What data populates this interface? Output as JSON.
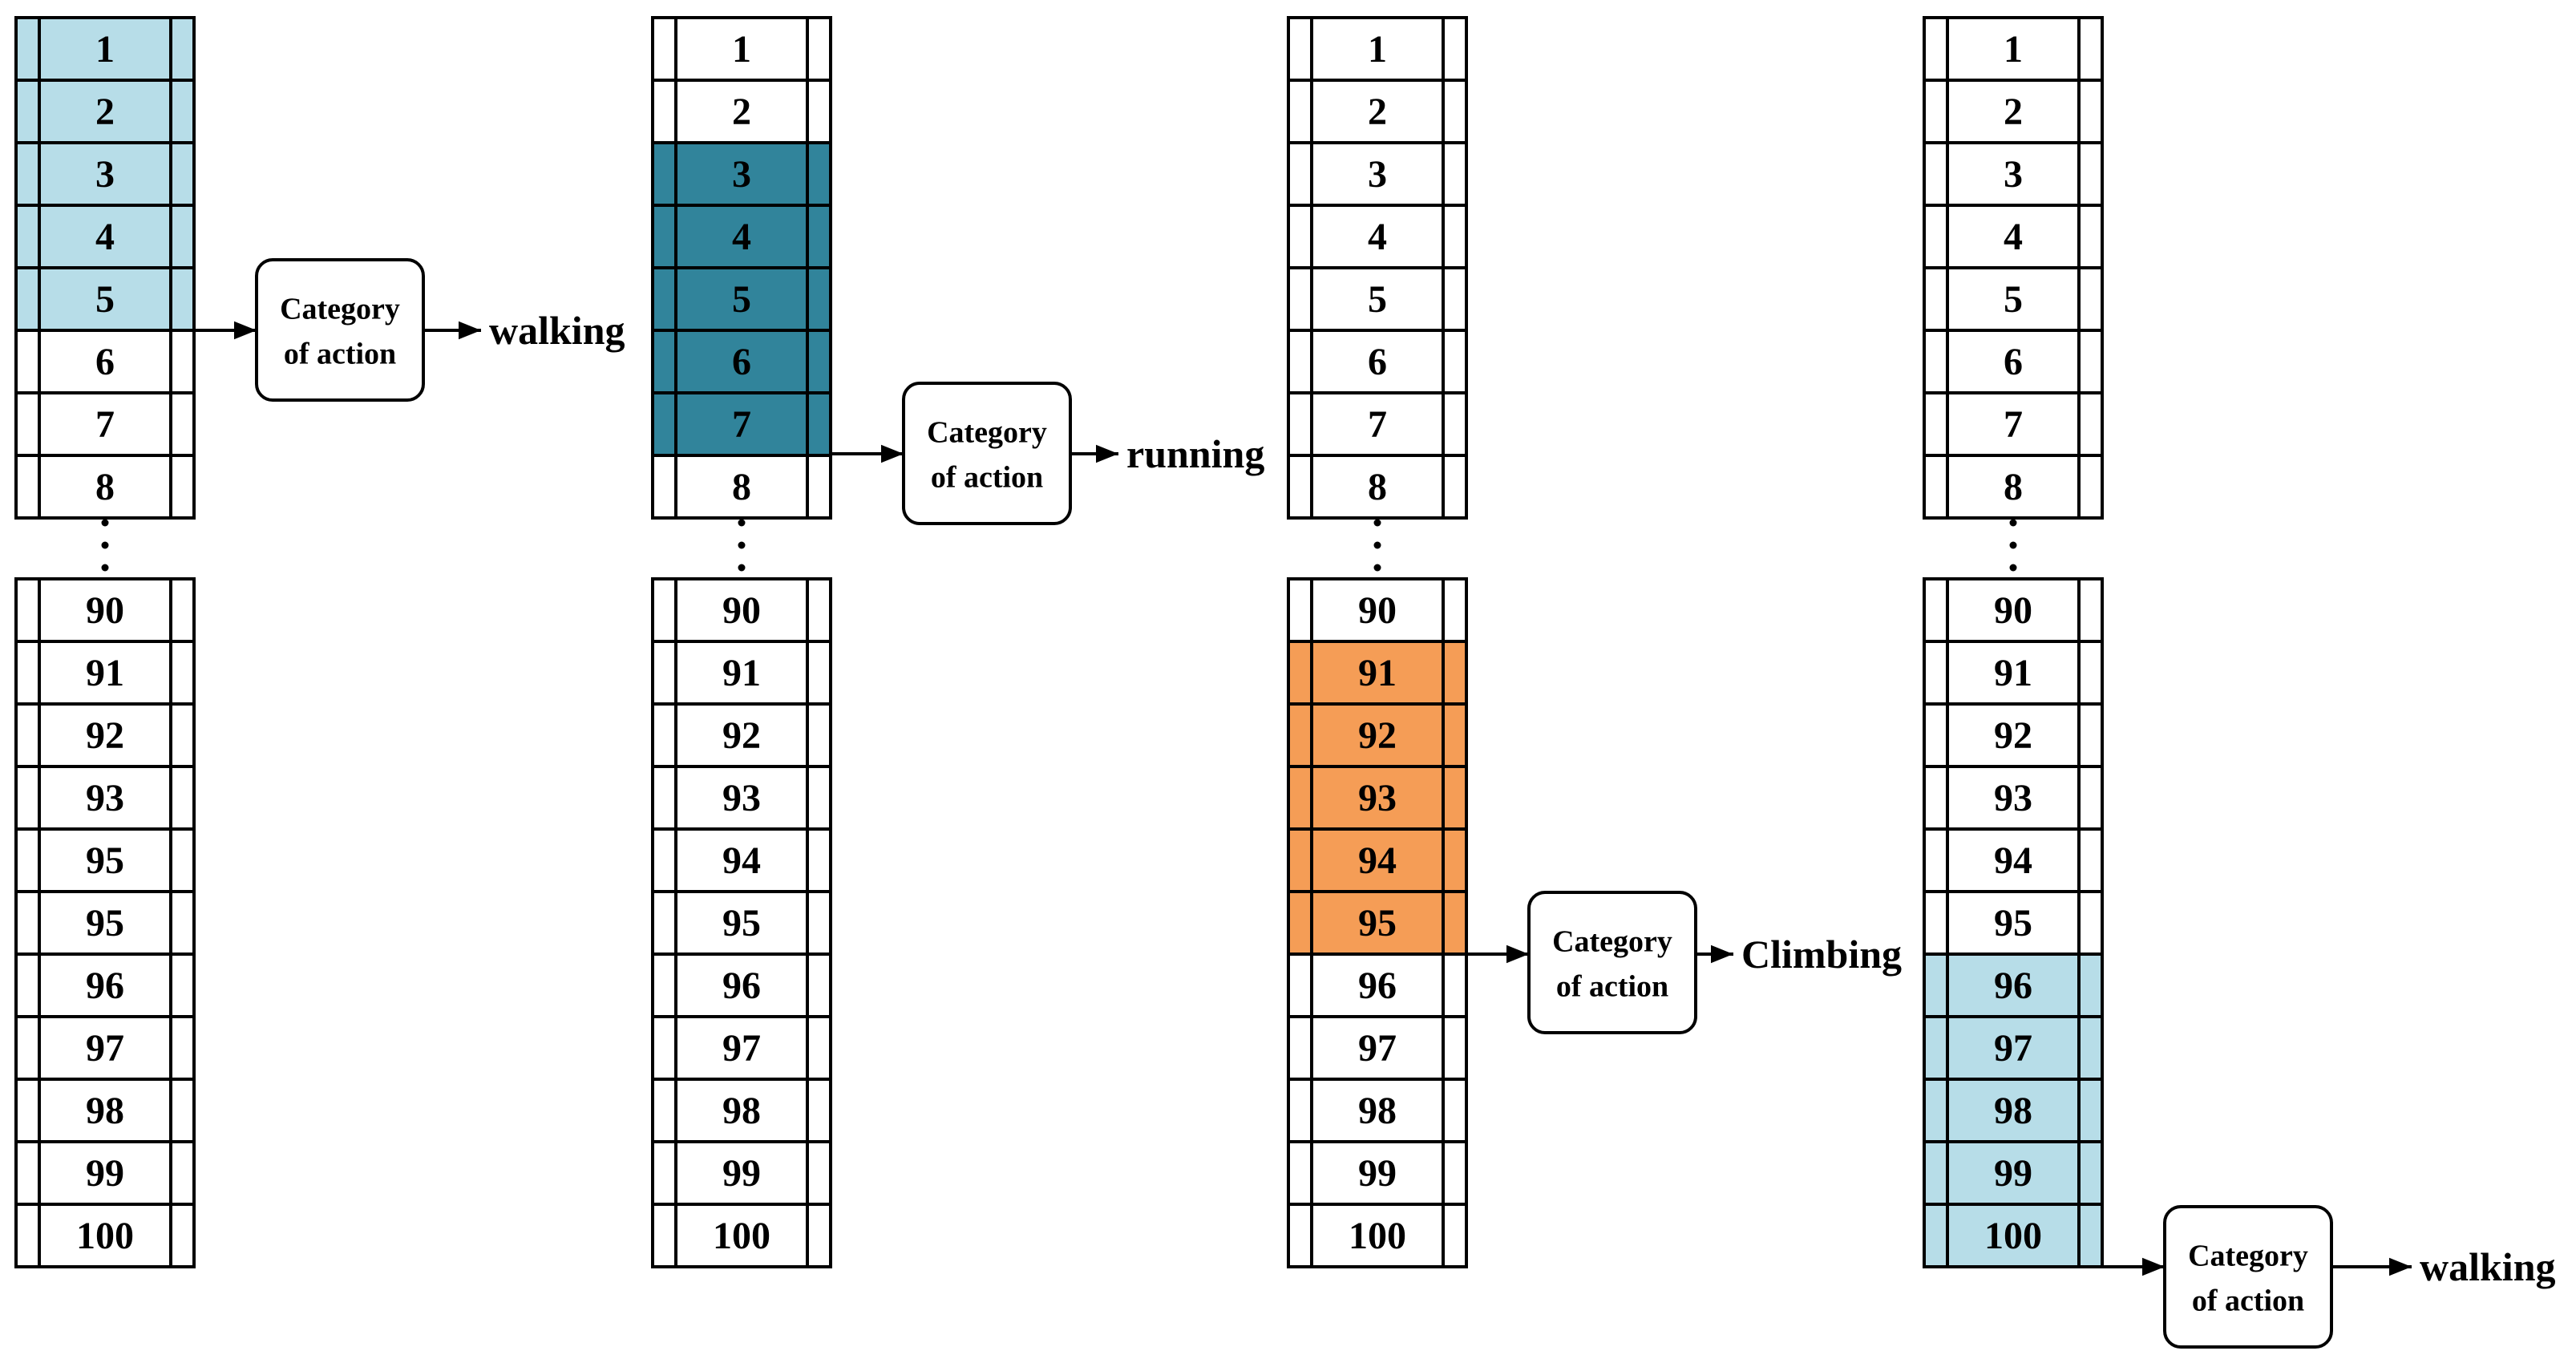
{
  "colors": {
    "light_blue": "#b7dde8",
    "teal": "#31849b",
    "orange": "#f59d56",
    "white": "#ffffff",
    "line": "#000000"
  },
  "columns": [
    {
      "top_cells": [
        "1",
        "2",
        "3",
        "4",
        "5",
        "6",
        "7",
        "8"
      ],
      "bottom_cells": [
        "90",
        "91",
        "92",
        "93",
        "95",
        "95",
        "96",
        "97",
        "98",
        "99",
        "100"
      ],
      "highlight": {
        "segment": "top",
        "from": 0,
        "to": 4,
        "color": "light_blue"
      },
      "box_line1": "Category",
      "box_line2": "of action",
      "result": "walking"
    },
    {
      "top_cells": [
        "1",
        "2",
        "3",
        "4",
        "5",
        "6",
        "7",
        "8"
      ],
      "bottom_cells": [
        "90",
        "91",
        "92",
        "93",
        "94",
        "95",
        "96",
        "97",
        "98",
        "99",
        "100"
      ],
      "highlight": {
        "segment": "top",
        "from": 2,
        "to": 6,
        "color": "teal"
      },
      "box_line1": "Category",
      "box_line2": "of action",
      "result": "running"
    },
    {
      "top_cells": [
        "1",
        "2",
        "3",
        "4",
        "5",
        "6",
        "7",
        "8"
      ],
      "bottom_cells": [
        "90",
        "91",
        "92",
        "93",
        "94",
        "95",
        "96",
        "97",
        "98",
        "99",
        "100"
      ],
      "highlight": {
        "segment": "bottom",
        "from": 1,
        "to": 5,
        "color": "orange"
      },
      "box_line1": "Category",
      "box_line2": "of action",
      "result": "Climbing"
    },
    {
      "top_cells": [
        "1",
        "2",
        "3",
        "4",
        "5",
        "6",
        "7",
        "8"
      ],
      "bottom_cells": [
        "90",
        "91",
        "92",
        "93",
        "94",
        "95",
        "96",
        "97",
        "98",
        "99",
        "100"
      ],
      "highlight": {
        "segment": "bottom",
        "from": 6,
        "to": 10,
        "color": "light_blue"
      },
      "box_line1": "Category",
      "box_line2": "of action",
      "result": "walking"
    }
  ]
}
